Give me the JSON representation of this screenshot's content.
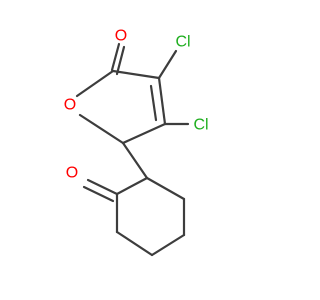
{
  "molecule": {
    "atom_labels": {
      "ring_oxygen": "O",
      "carbonyl_oxygen_lactone": "O",
      "chlorine_upper": "Cl",
      "chlorine_lower": "Cl",
      "ketone_oxygen": "O"
    },
    "colors": {
      "bond": "#3d3d3d",
      "oxygen": "#ff0000",
      "chlorine": "#1fae1f"
    }
  }
}
